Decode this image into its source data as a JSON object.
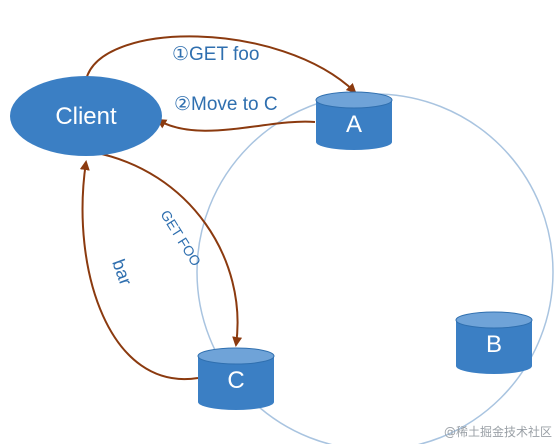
{
  "nodes": {
    "client": "Client",
    "a": "A",
    "b": "B",
    "c": "C"
  },
  "edges": {
    "get_foo_to_a": "①GET foo",
    "move_to_c": "②Move to C",
    "get_foo_to_c": "GET FOO",
    "bar": "bar"
  },
  "watermark": "@稀土掘金技术社区",
  "colors": {
    "node_fill": "#3b7fc4",
    "arrow": "#8b3a0f",
    "ring": "#a9c4e0",
    "label": "#2f6faf"
  }
}
